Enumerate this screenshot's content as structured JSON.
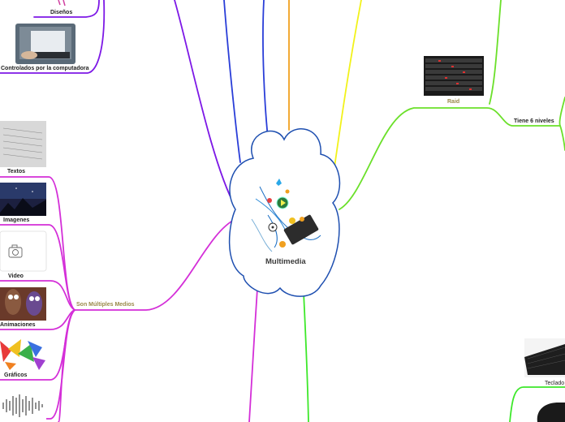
{
  "central_topic": {
    "label": "Multimedia"
  },
  "branch_labels": {
    "son_multiples_medios": "Son Múltiples Medios",
    "raid": "Raid",
    "tiene_niveles": "Tiene 6 niveles"
  },
  "nodes": {
    "disenos": "Diseños",
    "controlados": "Controlados por la computadora",
    "textos": "Textos",
    "imagenes": "Imagenes",
    "video": "Video",
    "animaciones": "Animaciones",
    "graficos": "Gráficos",
    "teclado": "Teclado"
  },
  "colors": {
    "magenta": "#d42fd8",
    "purple": "#7d18e6",
    "blue": "#2a3ed8",
    "orange": "#f0a020",
    "yellow": "#f2f21a",
    "green": "#6be02a",
    "bright_green": "#3de82a",
    "cloud_border": "#1e4fb0",
    "branch_label": "#9a8a4a"
  }
}
